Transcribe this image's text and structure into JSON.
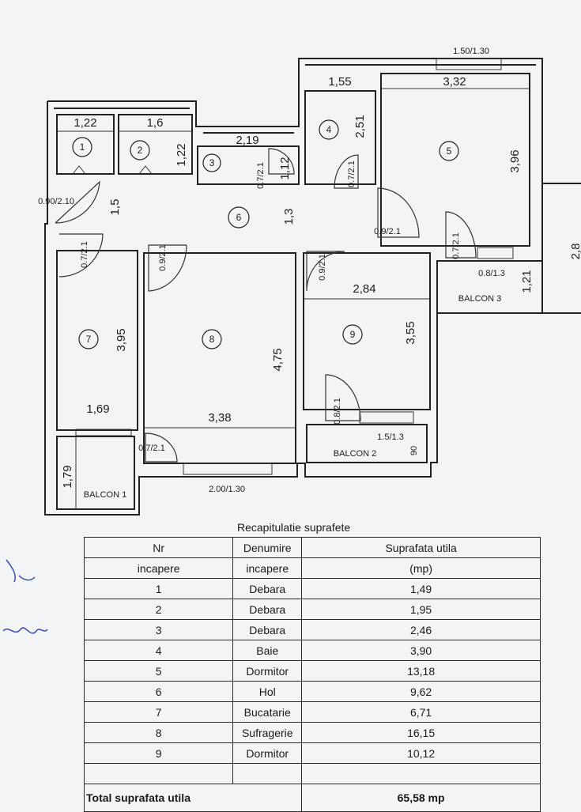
{
  "plan": {
    "rooms": [
      {
        "no": "1"
      },
      {
        "no": "2"
      },
      {
        "no": "3"
      },
      {
        "no": "4"
      },
      {
        "no": "5"
      },
      {
        "no": "6"
      },
      {
        "no": "7"
      },
      {
        "no": "8"
      },
      {
        "no": "9"
      }
    ],
    "dimensions": {
      "r1_w": "1,22",
      "r2_w": "1,6",
      "r2_h": "1,22",
      "r3_w": "2,19",
      "r3_h": "1,12",
      "r4_w": "1,55",
      "r4_h": "2,51",
      "r5_w": "3,32",
      "r5_h": "3,96",
      "hall_h1": "1,5",
      "hall_h2": "1,3",
      "r7_h": "3,95",
      "r7_w": "1,69",
      "r8_h": "4,75",
      "r8_w": "3,38",
      "r9_w": "2,84",
      "r9_h": "3,55",
      "balcon1_h": "1,79",
      "balcon3_h": "1,21",
      "balcon2_side": "90",
      "edge_cut": "2,8"
    },
    "openings": {
      "win_top": "1.50/1.30",
      "door_entry": "0.90/2.10",
      "door_7": "0.7/2.1",
      "door_8": "0.9/2.1",
      "door_3": "0.7/2.1",
      "door_4": "0.7/2.1",
      "door_5": "0.9/2.1",
      "door_9": "0.9/2.1",
      "door_b3": "0.7/2.1",
      "win_b3": "0.8/1.3",
      "door_b1": "0.7/2.1",
      "door_b2": "0.8/2.1",
      "win_b2": "1.5/1.3",
      "win_8": "2.00/1.30"
    },
    "balconies": {
      "b1": "BALCON 1",
      "b2": "BALCON 2",
      "b3": "BALCON 3"
    }
  },
  "summary": {
    "title": "Recapitulatie suprafete",
    "headers": {
      "nr_1": "Nr",
      "nr_2": "incapere",
      "name_1": "Denumire",
      "name_2": "incapere",
      "area_1": "Suprafata utila",
      "area_2": "(mp)"
    },
    "rows": [
      {
        "nr": "1",
        "name": "Debara",
        "area": "1,49"
      },
      {
        "nr": "2",
        "name": "Debara",
        "area": "1,95"
      },
      {
        "nr": "3",
        "name": "Debara",
        "area": "2,46"
      },
      {
        "nr": "4",
        "name": "Baie",
        "area": "3,90"
      },
      {
        "nr": "5",
        "name": "Dormitor",
        "area": "13,18"
      },
      {
        "nr": "6",
        "name": "Hol",
        "area": "9,62"
      },
      {
        "nr": "7",
        "name": "Bucatarie",
        "area": "6,71"
      },
      {
        "nr": "8",
        "name": "Sufragerie",
        "area": "16,15"
      },
      {
        "nr": "9",
        "name": "Dormitor",
        "area": "10,12"
      }
    ],
    "total_label": "Total suprafata utila",
    "total_value": "65,58 mp"
  },
  "colors": {
    "paper": "#f3f4f6",
    "ink": "#1d1d1d",
    "pen": "#3a4fb0"
  }
}
